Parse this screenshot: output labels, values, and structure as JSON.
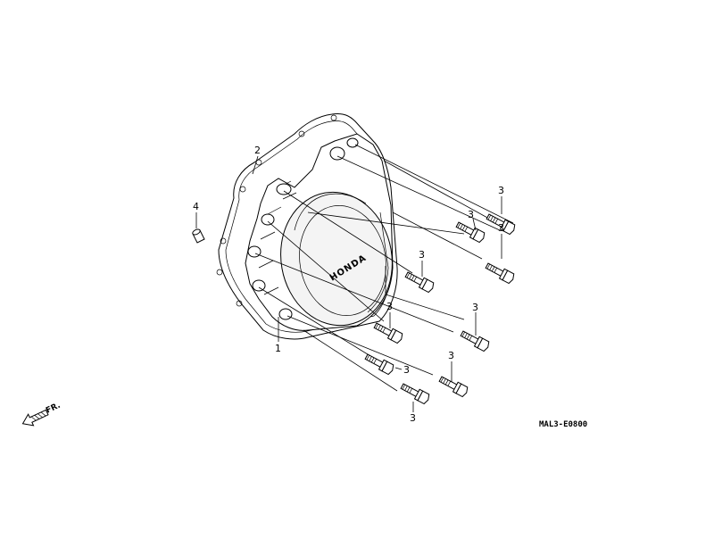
{
  "callouts": {
    "cover": "1",
    "gasket": "2",
    "bolt": "3",
    "dowel": "4"
  },
  "brand_mark": "HONDA",
  "front_indicator": "FR.",
  "diagram_code": "MAL3-E0800"
}
